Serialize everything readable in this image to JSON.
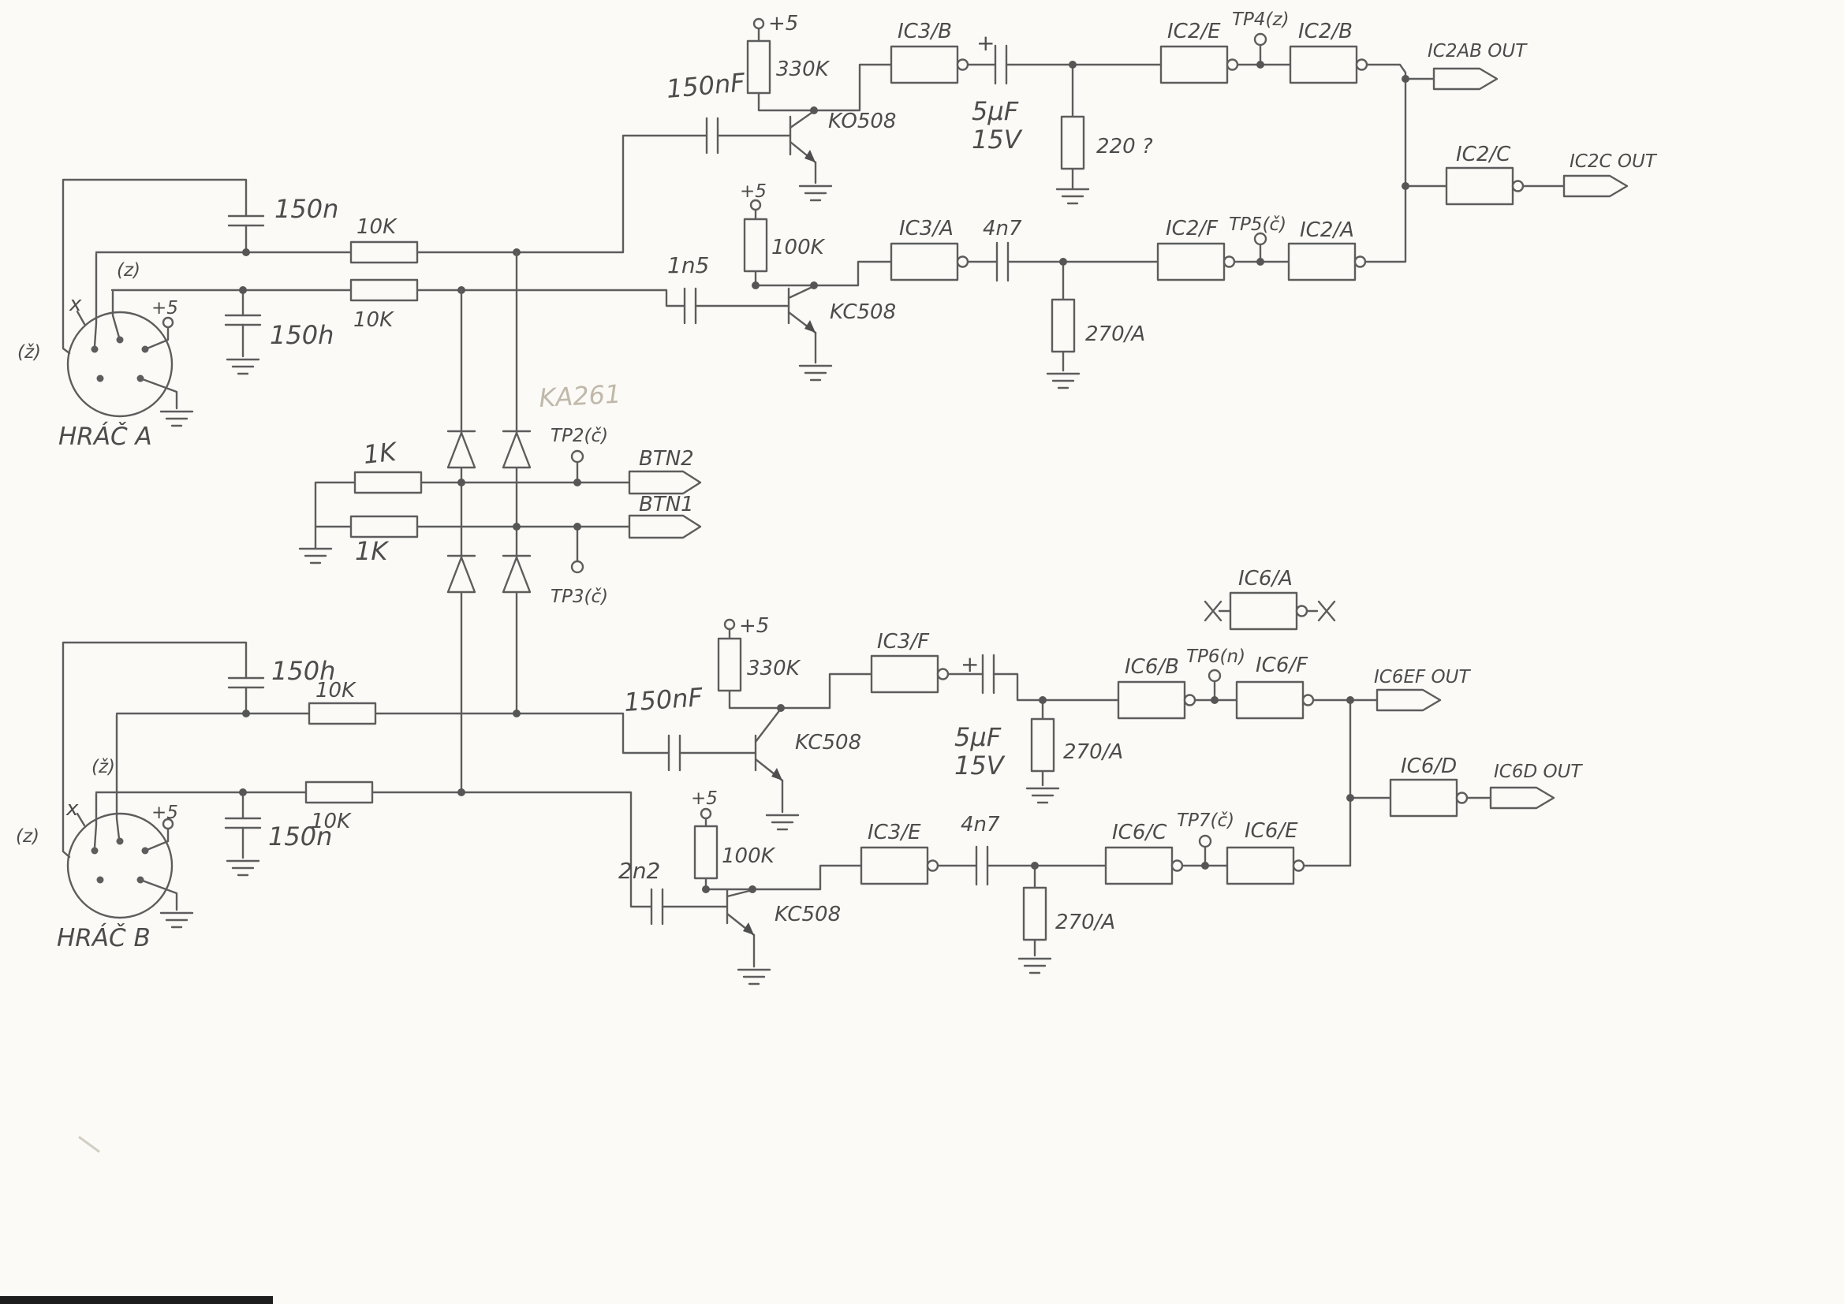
{
  "document": {
    "type": "hand-drawn circuit schematic (pencil on paper)",
    "paper_color": "#fbfaf6",
    "ink_color": "#5d5d5d"
  },
  "channel_a": {
    "connector": {
      "name": "HRÁČ A",
      "pin_x": "x",
      "pin_z": "(z)",
      "pin_zh": "(ž)",
      "pin_5v": "+5"
    },
    "cap_top": "150n",
    "cap_bottom": "150h",
    "r_line1": "10K",
    "r_line2": "10K",
    "osc1": {
      "vcc": "+5",
      "r_fb": "330K",
      "c_in": "150nF",
      "q": "KO508"
    },
    "chain1": {
      "g1": "IC3/B",
      "cap_plus": "+",
      "cap_val": "5μF",
      "cap_v": "15V",
      "r_load": "220 ?",
      "g2": "IC2/E",
      "tp": "TP4(z)",
      "g3": "IC2/B",
      "out_label": "IC2AB OUT"
    },
    "mix": {
      "gate": "IC2/C",
      "out_label": "IC2C OUT"
    },
    "osc2": {
      "c_in": "1n5",
      "vcc": "+5",
      "r_fb": "100K",
      "q": "KC508"
    },
    "chain2": {
      "g1": "IC3/A",
      "cap": "4n7",
      "r_load": "270/A",
      "g2": "IC2/F",
      "tp": "TP5(č)",
      "g3": "IC2/A"
    }
  },
  "buttons": {
    "diode_type": "KA261",
    "r1": "1K",
    "r2": "1K",
    "tp_top": "TP2(č)",
    "tp_bottom": "TP3(č)",
    "btn_top": "BTN2",
    "btn_bottom": "BTN1"
  },
  "channel_b": {
    "connector": {
      "name": "HRÁČ B",
      "pin_x": "x",
      "pin_z": "(z)",
      "pin_zh": "(ž)",
      "pin_5v": "+5"
    },
    "cap_top": "150h",
    "cap_bottom": "150n",
    "r_line1": "10K",
    "r_line2": "10K",
    "osc1": {
      "vcc": "+5",
      "r_fb": "330K",
      "c_in": "150nF",
      "q": "KC508"
    },
    "chain1": {
      "g1": "IC3/F",
      "cap_plus": "+",
      "cap_val": "5μF",
      "cap_v": "15V",
      "r_load": "270/A",
      "g2": "IC6/B",
      "tp": "TP6(n)",
      "g3": "IC6/F",
      "out_label": "IC6EF OUT"
    },
    "spare": {
      "gate": "IC6/A"
    },
    "mix": {
      "gate": "IC6/D",
      "out_label": "IC6D OUT"
    },
    "osc2": {
      "c_in": "2n2",
      "vcc": "+5",
      "r_fb": "100K",
      "q": "KC508"
    },
    "chain2": {
      "g1": "IC3/E",
      "cap": "4n7",
      "r_load": "270/A",
      "g2": "IC6/C",
      "tp": "TP7(č)",
      "g3": "IC6/E"
    }
  }
}
